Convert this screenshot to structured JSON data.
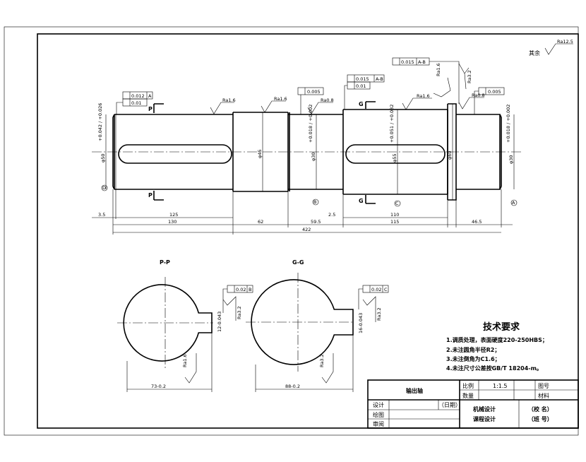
{
  "drawing": {
    "rest_note": "其余",
    "rest_roughness": "Ra12.5",
    "shaft_dims": {
      "d_left": "φ50",
      "d_left_tol": "+0.042 / +0.026",
      "d_step": "φ45",
      "d_bearing": "φ30",
      "d_bearing_tol": "+0.018 / +0.002",
      "d_gear": "φ55",
      "d_gear_tol": "+0.051 / +0.032",
      "d_collar": "φ60",
      "d_right": "φ30",
      "d_right_tol": "+0.018 / +0.002"
    },
    "roughness": {
      "r1": "Ra1.6",
      "r2": "Ra1.6",
      "r3": "Ra0.8",
      "r4": "Ra1.6",
      "r5": "Ra1.6",
      "r6": "Ra0.8",
      "r7": "Ra3.2",
      "r8": "Ra3.2",
      "r9": "Ra3.2",
      "r10": "Ra1.6",
      "r11": "Ra3.2"
    },
    "tolerances": {
      "left_runout": "0.012",
      "left_runout_ref": "A",
      "left_cyl": "0.01",
      "bearing_cyl": "0.005",
      "gear_runout": "0.015",
      "gear_runout_ref": "A-B",
      "gear_cyl": "0.01",
      "shoulder_runout": "0.015",
      "shoulder_runout_ref": "A-B",
      "right_cyl": "0.005",
      "key_p_sym": "0.02",
      "key_p_ref": "B",
      "key_g_sym": "0.02",
      "key_g_ref": "C"
    },
    "datums": {
      "a": "A",
      "b": "B",
      "c": "C",
      "d": "D"
    },
    "section_marks": {
      "p": "P",
      "g": "G"
    },
    "lengths": {
      "l_35": "3.5",
      "l_125": "125",
      "l_130": "130",
      "l_62": "62",
      "l_595": "59.5",
      "l_25": "2.5",
      "l_110": "110",
      "l_115": "115",
      "l_465": "46.5",
      "l_422": "422"
    },
    "sections": {
      "pp_title": "P-P",
      "gg_title": "G-G",
      "pp_depth": "73-0.2",
      "gg_depth": "88-0.2",
      "pp_width": "12-0.043",
      "gg_width": "16-0.043"
    },
    "tech": {
      "title": "技术要求",
      "item1": "1.调质处理，表面硬度220-250HBS；",
      "item2": "2.未注圆角半径R2；",
      "item3": "3.未注倒角为C1.6；",
      "item4": "4.未注尺寸公差按GB/T 18204-m。"
    },
    "title_block": {
      "part_name": "输出轴",
      "scale_label": "比例",
      "scale_value": "1:1.5",
      "no_label": "图号",
      "qty_label": "数量",
      "material_label": "材料",
      "design_label": "设计",
      "date_label": "（日期）",
      "draw_label": "绘图",
      "review_label": "审阅",
      "course1": "机械设计",
      "course2": "课程设计",
      "school": "（校  名）",
      "class": "（班  号）"
    }
  }
}
